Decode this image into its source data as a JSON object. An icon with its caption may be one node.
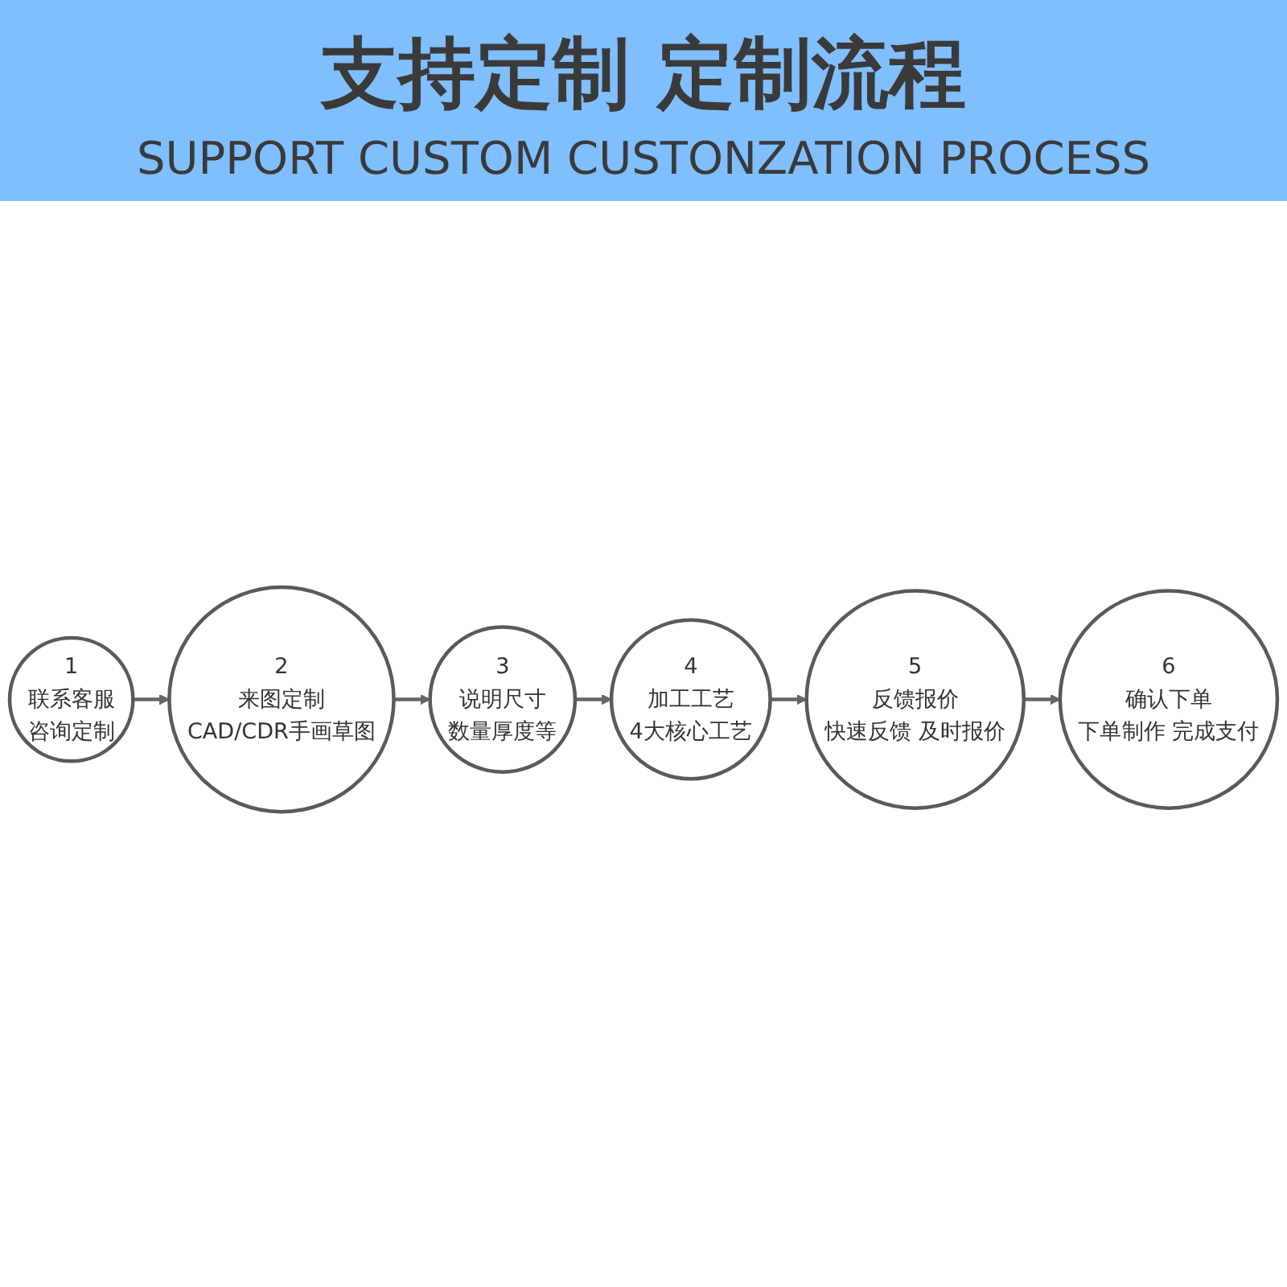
{
  "diagram": {
    "title": "支持定制 定制流程",
    "nodes": [
      {
        "text": [
          "1",
          "联系客服",
          "咨询定制"
        ]
      },
      {
        "text": [
          "2",
          "来图定制",
          "CAD/CDR手画草图"
        ]
      },
      {
        "text": [
          "3",
          "说明尺寸",
          "数量厚度等"
        ]
      },
      {
        "text": [
          "4",
          "加工工艺",
          "4大核心工艺"
        ]
      },
      {
        "text": [
          "5",
          "反馈报价",
          "快速反馈 及时报价"
        ]
      },
      {
        "text": [
          "6",
          "确认下单",
          "下单制作 完成支付"
        ]
      }
    ],
    "edges": [
      {
        "from": 0,
        "to": 1,
        "arrow": "to"
      },
      {
        "from": 1,
        "to": 2,
        "arrow": "to"
      },
      {
        "from": 2,
        "to": 3,
        "arrow": "to"
      },
      {
        "from": 3,
        "to": 4,
        "arrow": "to"
      },
      {
        "from": 4,
        "to": 5,
        "arrow": "to"
      }
    ],
    "labels": [
      "SUPPORT CUSTOM CUSTONZATION PROCESS"
    ]
  }
}
